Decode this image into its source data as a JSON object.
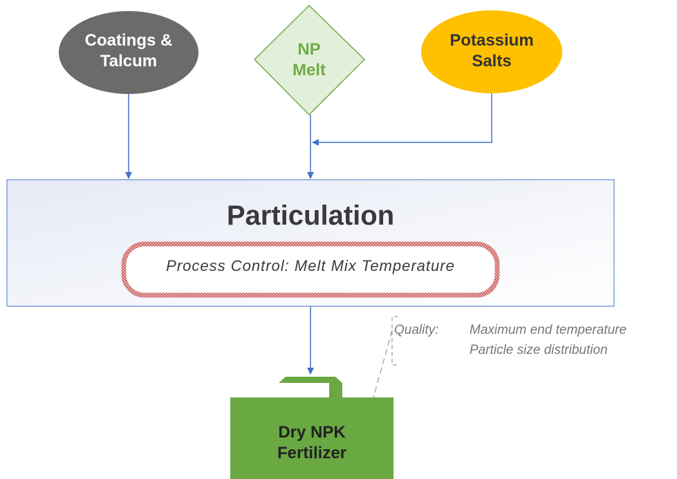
{
  "inputs": {
    "coatings": {
      "line1": "Coatings &",
      "line2": "Talcum"
    },
    "np_melt": {
      "line1": "NP",
      "line2": "Melt"
    },
    "potassium": {
      "line1": "Potassium",
      "line2": "Salts"
    }
  },
  "process": {
    "title": "Particulation",
    "control": "Process Control: Melt Mix Temperature"
  },
  "output": {
    "line1": "Dry NPK",
    "line2": "Fertilizer"
  },
  "quality": {
    "label": "Quality:",
    "items": [
      "Maximum end temperature",
      "Particle size distribution"
    ]
  },
  "colors": {
    "arrow": "#4472c4",
    "coatings_fill": "#6b6b6b",
    "np_fill": "#e2efda",
    "np_stroke": "#70ad47",
    "potassium_fill": "#ffc000",
    "output_fill": "#6aa842",
    "control_border": "#c0504d"
  }
}
